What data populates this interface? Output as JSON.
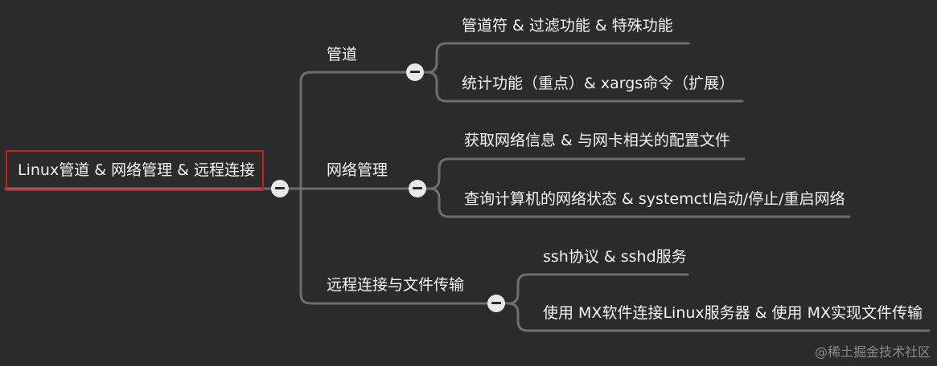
{
  "root": {
    "label": "Linux管道 & 网络管理 & 远程连接"
  },
  "branches": [
    {
      "label": "管道",
      "children": [
        "管道符 & 过滤功能 & 特殊功能",
        "统计功能（重点）& xargs命令（扩展）"
      ]
    },
    {
      "label": "网络管理",
      "children": [
        "获取网络信息 & 与网卡相关的配置文件",
        "查询计算机的网络状态 & systemctl启动/停止/重启网络"
      ]
    },
    {
      "label": "远程连接与文件传输",
      "children": [
        "ssh协议 & sshd服务",
        "使用 MX软件连接Linux服务器 & 使用 MX实现文件传输"
      ]
    }
  ],
  "watermark": "@稀土掘金技术社区",
  "colors": {
    "background": "#2b2b2b",
    "line": "#6e6e6e",
    "root_border": "#cc1f1f",
    "text": "#f2f2f2",
    "collapse_button": "#e8e8e8"
  }
}
